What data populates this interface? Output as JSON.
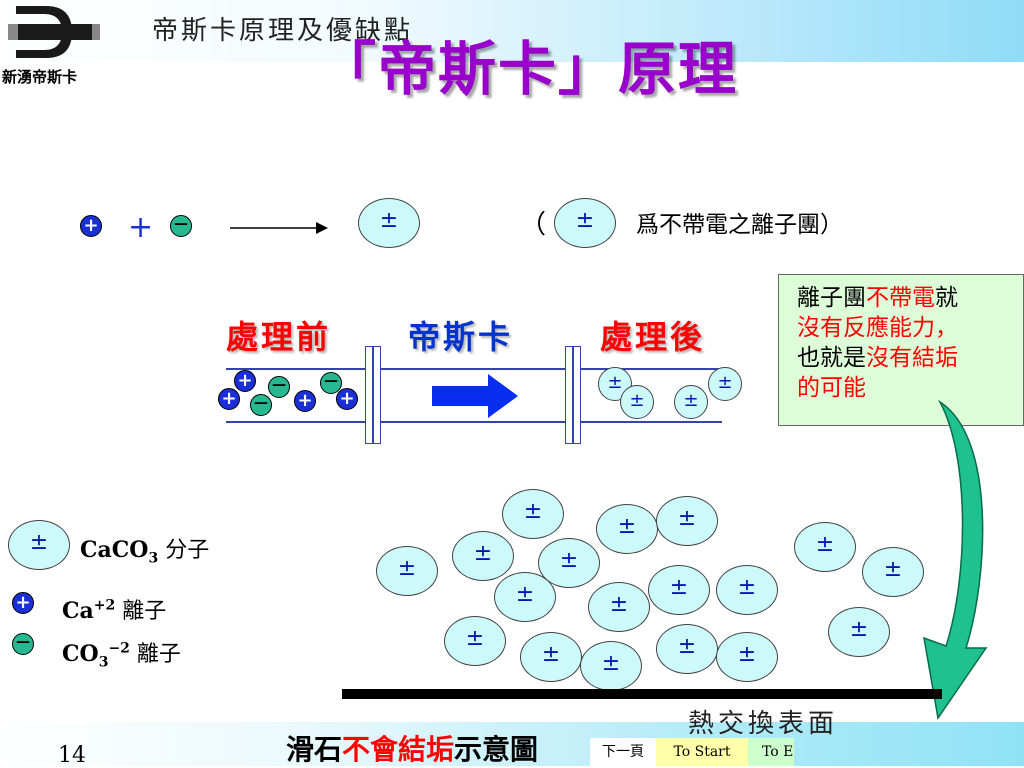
{
  "header": {
    "subtitle": "帝斯卡原理及優缺點",
    "title": "「帝斯卡」原理",
    "logo_text": "新湧帝斯卡"
  },
  "equation": {
    "plus": "+",
    "neutral_symbol": "±",
    "open_paren": "（",
    "close_paren": "）",
    "note": "爲不帶電之離子團"
  },
  "labels": {
    "before": "處理前",
    "device": "帝斯卡",
    "after": "處理後"
  },
  "note_box": {
    "line1_a": "離子團",
    "line1_b": "不帶電",
    "line1_c": "就",
    "line2": "沒有反應能力，",
    "line3_a": "也就是",
    "line3_b": "沒有結垢",
    "line4": "的可能"
  },
  "legend": {
    "molecule_label": "CaCO",
    "molecule_sub": "3",
    "molecule_suffix": " 分子",
    "cation_label": "Ca",
    "cation_sup": "+2",
    "cation_suffix": "  離子",
    "anion_label": "CO",
    "anion_sub": "3",
    "anion_sup": "−2",
    "anion_suffix": "  離子"
  },
  "surface_label": "熱交換表面",
  "caption": {
    "a": "滑石",
    "b": "不會結垢",
    "c": "示意圖"
  },
  "footer": {
    "page_number": "14",
    "nav_prev": "下一頁",
    "nav_start": "To Start",
    "nav_end": "To E"
  },
  "colors": {
    "title": "#9900cc",
    "cation": "#1a2fd6",
    "anion": "#26b890",
    "molecule_fill": "#ccf9f9",
    "arrow_blue": "#0a2ef0",
    "curve_green": "#1fc28e",
    "note_bg": "#ddfcd8"
  }
}
